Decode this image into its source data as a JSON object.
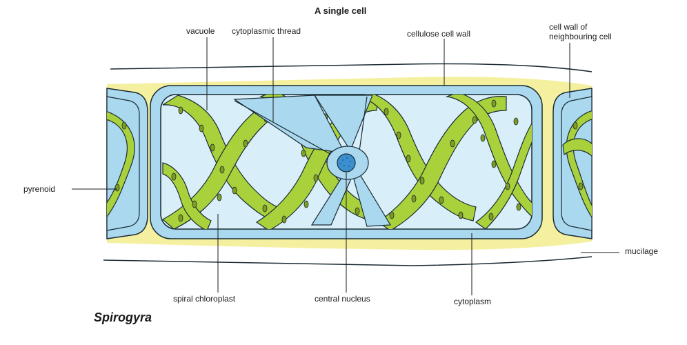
{
  "title": "A single cell",
  "caption": "Spirogyra",
  "labels": {
    "vacuole": "vacuole",
    "cytoplasmic_thread": "cytoplasmic thread",
    "cellulose_cell_wall": "cellulose cell wall",
    "cell_wall_neighbour_line1": "cell wall of",
    "cell_wall_neighbour_line2": "neighbouring cell",
    "pyrenoid": "pyrenoid",
    "mucilage": "mucilage",
    "spiral_chloroplast": "spiral chloroplast",
    "central_nucleus": "central nucleus",
    "cytoplasm": "cytoplasm"
  },
  "colors": {
    "cytoplasm": "#a9d8ef",
    "vacuole": "#d8eef8",
    "cell_wall": "#f4f0a0",
    "chloroplast": "#a9d13c",
    "chloroplast_edge": "#5e7a14",
    "nucleus": "#3b8fcf",
    "outline": "#1a2a33"
  }
}
